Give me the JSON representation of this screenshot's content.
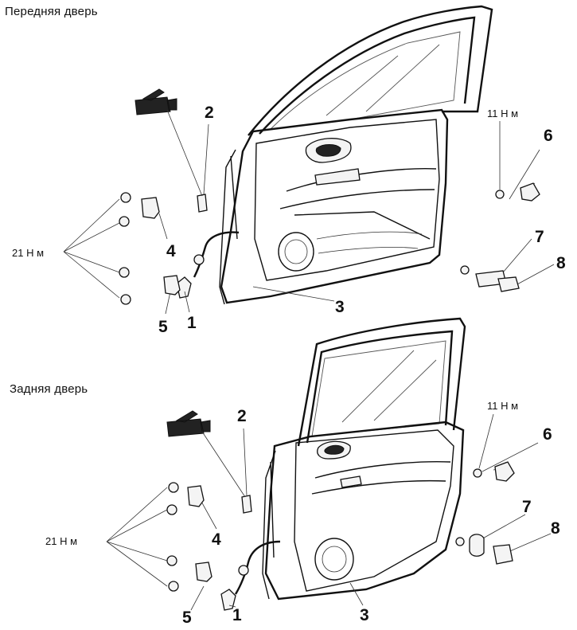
{
  "front": {
    "title": "Передняя дверь",
    "callouts": {
      "c1": "1",
      "c2": "2",
      "c3": "3",
      "c4": "4",
      "c5": "5",
      "c6": "6",
      "c7": "7",
      "c8": "8"
    },
    "torque_hinge": "21 Н м",
    "torque_striker": "11 Н м"
  },
  "rear": {
    "title": "Задняя дверь",
    "callouts": {
      "c1": "1",
      "c2": "2",
      "c3": "3",
      "c4": "4",
      "c5": "5",
      "c6": "6",
      "c7": "7",
      "c8": "8"
    },
    "torque_hinge": "21 Н м",
    "torque_striker": "11 Н м"
  }
}
